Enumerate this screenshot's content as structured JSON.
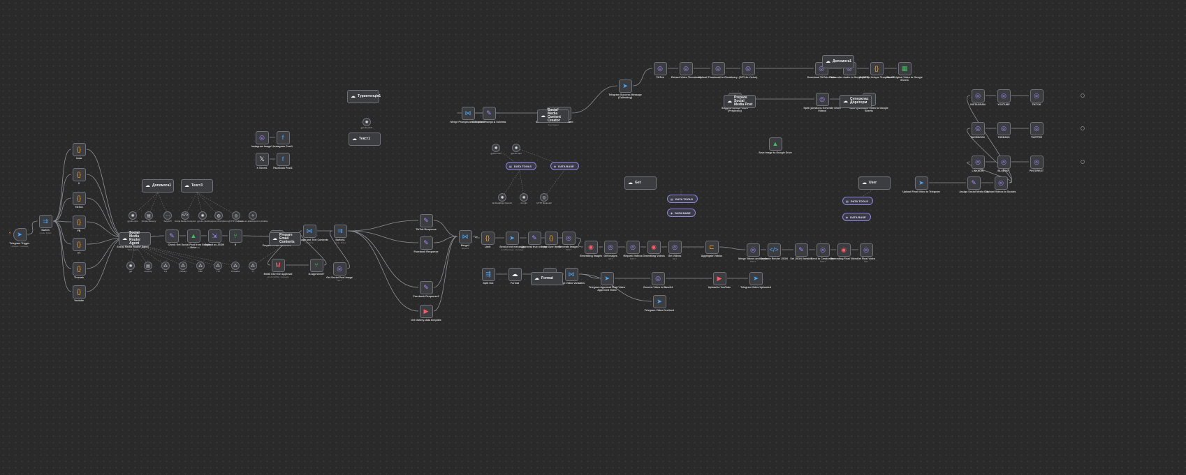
{
  "canvas": {
    "background": "#2a2a2a",
    "wire_color": "#8f9196",
    "dashed_color": "#6c6e73"
  },
  "nodes": [
    {
      "label": "Telegram Trigger",
      "sub": "Updates: message",
      "icon": "telegram-icon",
      "glyph": "➤",
      "color": "c-blue"
    },
    {
      "label": "Switch",
      "sub": "mode: Rules",
      "icon": "switch-icon",
      "glyph": "⇉",
      "color": "c-blue"
    },
    {
      "label": "Insta",
      "sub": "",
      "icon": "set-icon",
      "glyph": "{}",
      "color": "c-orange"
    },
    {
      "label": "X",
      "sub": "",
      "icon": "set-icon",
      "glyph": "{}",
      "color": "c-orange"
    },
    {
      "label": "TikTok",
      "sub": "",
      "icon": "set-icon",
      "glyph": "{}",
      "color": "c-orange"
    },
    {
      "label": "FB",
      "sub": "",
      "icon": "set-icon",
      "glyph": "{}",
      "color": "c-orange"
    },
    {
      "label": "YT",
      "sub": "",
      "icon": "set-icon",
      "glyph": "{}",
      "color": "c-orange"
    },
    {
      "label": "Threads",
      "sub": "",
      "icon": "set-icon",
      "glyph": "{}",
      "color": "c-orange"
    },
    {
      "label": "Youtube",
      "sub": "",
      "icon": "set-icon",
      "glyph": "{}",
      "color": "c-orange"
    },
    {
      "label": "Social Media Router Agent",
      "sub": "Tools Agent",
      "icon": "ai-agent-icon",
      "glyph": "☁",
      "color": "c-white"
    },
    {
      "label": "Check",
      "sub": "",
      "icon": "edit-icon",
      "glyph": "✎",
      "color": "c-purple"
    },
    {
      "label": "Get Social Post from Google Drive",
      "sub": "download: file",
      "icon": "google-drive-icon",
      "glyph": "▲",
      "color": "c-green"
    },
    {
      "label": "Extract as JSON",
      "sub": "",
      "icon": "extract-icon",
      "glyph": "⇲",
      "color": "c-purple"
    },
    {
      "label": "If",
      "sub": "",
      "icon": "if-icon",
      "glyph": "⑂",
      "color": "c-green"
    },
    {
      "label": "Prepare Email Contents",
      "sub": "",
      "icon": "ai-agent-icon",
      "glyph": "☁",
      "color": "c-white"
    },
    {
      "label": "Email User for Approval",
      "sub": "sendAndWait: message",
      "icon": "gmail-icon",
      "glyph": "M",
      "color": "c-red"
    },
    {
      "label": "Is Approved?",
      "sub": "",
      "icon": "if-icon",
      "glyph": "⑂",
      "color": "c-green"
    },
    {
      "label": "Merge Image and Text Contents",
      "sub": "combine",
      "icon": "merge-icon",
      "glyph": "⋈",
      "color": "c-blue"
    },
    {
      "label": "Get Social Post Image",
      "sub": "GET",
      "icon": "http-icon",
      "glyph": "◎",
      "color": "c-purple"
    },
    {
      "label": "Switch1",
      "sub": "mode: Rules",
      "icon": "switch-icon",
      "glyph": "⇉",
      "color": "c-blue"
    },
    {
      "label": "Merge2",
      "sub": "append",
      "icon": "merge-icon",
      "glyph": "⋈",
      "color": "c-blue"
    },
    {
      "label": "Limit",
      "sub": "",
      "icon": "limit-icon",
      "glyph": "{}",
      "color": "c-orange"
    },
    {
      "label": "Send a text message",
      "sub": "sendMessage: message",
      "icon": "telegram-icon",
      "glyph": "➤",
      "color": "c-blue"
    },
    {
      "label": "Approval true or error",
      "sub": "",
      "icon": "edit-icon",
      "glyph": "✎",
      "color": "c-purple"
    },
    {
      "label": "Loop Over Items",
      "sub": "",
      "icon": "set-icon",
      "glyph": "{}",
      "color": "c-orange"
    },
    {
      "label": "Generate Images",
      "sub": "POST",
      "icon": "http-icon",
      "glyph": "◎",
      "color": "c-purple"
    },
    {
      "label": "Generating Images",
      "sub": "",
      "icon": "wait-icon",
      "glyph": "◉",
      "color": "c-red"
    },
    {
      "label": "Get Images",
      "sub": "GET",
      "icon": "http-icon",
      "glyph": "◎",
      "color": "c-purple"
    },
    {
      "label": "Request Videos",
      "sub": "POST",
      "icon": "http-icon",
      "glyph": "◎",
      "color": "c-purple"
    },
    {
      "label": "Generating Videos",
      "sub": "",
      "icon": "wait-icon",
      "glyph": "◉",
      "color": "c-red"
    },
    {
      "label": "Get Videos",
      "sub": "GET",
      "icon": "http-icon",
      "glyph": "◎",
      "color": "c-purple"
    },
    {
      "label": "Aggregate Videos",
      "sub": "",
      "icon": "aggregate-icon",
      "glyph": "⊏",
      "color": "c-orange"
    },
    {
      "label": "Merge Videos and Audio",
      "sub": "POST",
      "icon": "http-icon",
      "glyph": "◎",
      "color": "c-purple"
    },
    {
      "label": "Generate Render JSON",
      "sub": "",
      "icon": "code-icon",
      "glyph": "</>",
      "color": "c-blue"
    },
    {
      "label": "Set JSON Variable",
      "sub": "",
      "icon": "edit-icon",
      "glyph": "✎",
      "color": "c-purple"
    },
    {
      "label": "Send to Creatomate",
      "sub": "POST",
      "icon": "http-icon",
      "glyph": "◎",
      "color": "c-purple"
    },
    {
      "label": "Generating Final Video",
      "sub": "",
      "icon": "wait-icon",
      "glyph": "◉",
      "color": "c-red"
    },
    {
      "label": "Get Final Video",
      "sub": "GET",
      "icon": "http-icon",
      "glyph": "◎",
      "color": "c-purple"
    },
    {
      "label": "Split Out",
      "sub": "",
      "icon": "split-icon",
      "glyph": "⇶",
      "color": "c-blue"
    },
    {
      "label": "Format",
      "sub": "",
      "icon": "ai-agent-icon",
      "glyph": "☁",
      "color": "c-white"
    },
    {
      "label": "Aggregate Prompts",
      "sub": "",
      "icon": "aggregate-icon",
      "glyph": "⊏",
      "color": "c-orange"
    },
    {
      "label": "Merge Video Variables",
      "sub": "",
      "icon": "merge-icon",
      "glyph": "⋈",
      "color": "c-blue"
    },
    {
      "label": "Telegram Approval Final Video Approved Video",
      "sub": "",
      "icon": "telegram-icon",
      "glyph": "➤",
      "color": "c-blue"
    },
    {
      "label": "Convert Video to Base64",
      "sub": "",
      "icon": "http-icon",
      "glyph": "◎",
      "color": "c-purple"
    },
    {
      "label": "Upload to YouTube",
      "sub": "",
      "icon": "youtube-icon",
      "glyph": "▶",
      "color": "c-red"
    },
    {
      "label": "Telegram Video Uploaded",
      "sub": "",
      "icon": "telegram-icon",
      "glyph": "➤",
      "color": "c-blue"
    },
    {
      "label": "Telegram Video Declined",
      "sub": "",
      "icon": "telegram-icon",
      "glyph": "➤",
      "color": "c-blue"
    },
    {
      "label": "Save Image to Google Drive",
      "sub": "",
      "icon": "google-drive-icon",
      "glyph": "▲",
      "color": "c-green"
    },
    {
      "label": "Instagram Image1",
      "sub": "",
      "icon": "http-icon",
      "glyph": "◎",
      "color": "c-purple"
    },
    {
      "label": "Instagram Post1",
      "sub": "",
      "icon": "facebook-icon",
      "glyph": "f",
      "color": "c-blue"
    },
    {
      "label": "X Tweet1",
      "sub": "",
      "icon": "x-icon",
      "glyph": "𝕏",
      "color": "c-white"
    },
    {
      "label": "Facebook Post1",
      "sub": "",
      "icon": "facebook-icon",
      "glyph": "f",
      "color": "c-blue"
    },
    {
      "label": "TikTok Response",
      "sub": "",
      "icon": "edit-icon",
      "glyph": "✎",
      "color": "c-purple"
    },
    {
      "label": "Facebook Response",
      "sub": "",
      "icon": "edit-icon",
      "glyph": "✎",
      "color": "c-purple"
    },
    {
      "label": "Get Gallery-data template",
      "sub": "",
      "icon": "youtube-icon",
      "glyph": "▶",
      "color": "c-red"
    },
    {
      "label": "Facebook Response2",
      "sub": "",
      "icon": "edit-icon",
      "glyph": "✎",
      "color": "c-purple"
    },
    {
      "label": "Social Media Content Creator",
      "sub": "Tools Agent",
      "icon": "ai-agent-icon",
      "glyph": "☁",
      "color": "c-white"
    },
    {
      "label": "Compose Prompt & Schema",
      "sub": "",
      "icon": "edit-icon",
      "glyph": "✎",
      "color": "c-purple"
    },
    {
      "label": "Merge Prompts and Schemas",
      "sub": "",
      "icon": "merge-icon",
      "glyph": "⋈",
      "color": "c-blue"
    },
    {
      "label": "Social Content",
      "sub": "",
      "icon": "edit-icon",
      "glyph": "✎",
      "color": "c-purple"
    },
    {
      "label": "Telegram Success Message (Collecting)",
      "sub": "",
      "icon": "telegram-icon",
      "glyph": "➤",
      "color": "c-blue"
    },
    {
      "label": "TikTok",
      "sub": "",
      "icon": "http-icon",
      "glyph": "◎",
      "color": "c-purple"
    },
    {
      "label": "Extract Video Thumbnail",
      "sub": "",
      "icon": "http-icon",
      "glyph": "◎",
      "color": "c-purple"
    },
    {
      "label": "Upload Thumbnail to Cloudinary",
      "sub": "",
      "icon": "http-icon",
      "glyph": "◎",
      "color": "c-purple"
    },
    {
      "label": "(GPT-4o Vision)",
      "sub": "",
      "icon": "http-icon",
      "glyph": "◎",
      "color": "c-purple"
    },
    {
      "label": "Download TikTok Audio",
      "sub": "",
      "icon": "http-icon",
      "glyph": "◎",
      "color": "c-purple"
    },
    {
      "label": "Transcribe Audio to Script (GPT)",
      "sub": "",
      "icon": "http-icon",
      "glyph": "◎",
      "color": "c-purple"
    },
    {
      "label": "Generate Unique Template ID",
      "sub": "",
      "icon": "code-icon",
      "glyph": "{}",
      "color": "c-orange"
    },
    {
      "label": "Save Original Video to Google Sheets",
      "sub": "",
      "icon": "google-sheets-icon",
      "glyph": "▦",
      "color": "c-green"
    },
    {
      "label": "Suggest Similar Video (Perplexity)",
      "sub": "",
      "icon": "http-icon",
      "glyph": "◎",
      "color": "c-purple"
    },
    {
      "label": "Split Questions Generate Short Videos",
      "sub": "",
      "icon": "http-icon",
      "glyph": "◎",
      "color": "c-purple"
    },
    {
      "label": "Save Questions Video to Google Sheets",
      "sub": "",
      "icon": "google-sheets-icon",
      "glyph": "▦",
      "color": "c-green"
    },
    {
      "label": "Upload Final Video to Telegram",
      "sub": "",
      "icon": "telegram-icon",
      "glyph": "➤",
      "color": "c-blue"
    },
    {
      "label": "Assign Social Media IDs",
      "sub": "",
      "icon": "edit-icon",
      "glyph": "✎",
      "color": "c-purple"
    },
    {
      "label": "Upload Videos to Socials",
      "sub": "",
      "icon": "http-icon",
      "glyph": "◎",
      "color": "c-purple"
    },
    {
      "label": "INSTAGRAM",
      "sub": "",
      "icon": "http-icon",
      "glyph": "◎",
      "color": "c-purple"
    },
    {
      "label": "YOUTUBE",
      "sub": "",
      "icon": "http-icon",
      "glyph": "◎",
      "color": "c-purple"
    },
    {
      "label": "TIKTOK",
      "sub": "",
      "icon": "http-icon",
      "glyph": "◎",
      "color": "c-purple"
    },
    {
      "label": "FACEBOOK",
      "sub": "",
      "icon": "http-icon",
      "glyph": "◎",
      "color": "c-purple"
    },
    {
      "label": "THREADS",
      "sub": "",
      "icon": "http-icon",
      "glyph": "◎",
      "color": "c-purple"
    },
    {
      "label": "TWITTER",
      "sub": "",
      "icon": "http-icon",
      "glyph": "◎",
      "color": "c-purple"
    },
    {
      "label": "LINKEDIN",
      "sub": "",
      "icon": "http-icon",
      "glyph": "◎",
      "color": "c-purple"
    },
    {
      "label": "BLUESKY",
      "sub": "",
      "icon": "http-icon",
      "glyph": "◎",
      "color": "c-purple"
    },
    {
      "label": "PINTEREST",
      "sub": "",
      "icon": "http-icon",
      "glyph": "◎",
      "color": "c-purple"
    }
  ],
  "sub_circles": [
    {
      "label": "gpt-4o-mini",
      "icon": "openai-icon",
      "glyph": "✺"
    },
    {
      "label": "Simple Memory",
      "icon": "memory-icon",
      "glyph": "▤"
    },
    {
      "label": "SerpAPI",
      "icon": "serp-icon",
      "glyph": "⋯"
    },
    {
      "label": "Social Media Content1",
      "icon": "code-icon",
      "glyph": "</>"
    },
    {
      "label": "gpt-4o-mini",
      "icon": "openai-icon",
      "glyph": "✺"
    },
    {
      "label": "Postgres Chat Memory",
      "icon": "postgres-icon",
      "glyph": "◍"
    },
    {
      "label": "HTTP Request",
      "icon": "http-icon",
      "glyph": "◎"
    },
    {
      "label": "Create an attachment in Airtable",
      "icon": "airtable-icon",
      "glyph": "✧"
    },
    {
      "label": "gpt",
      "icon": "openai-icon",
      "glyph": "✺"
    },
    {
      "label": "memory",
      "icon": "memory-icon",
      "glyph": "▤"
    },
    {
      "label": "LN",
      "icon": "tool-icon",
      "glyph": "⁂"
    },
    {
      "label": "TikTok1",
      "icon": "tool-icon",
      "glyph": "⁂"
    },
    {
      "label": "FB2",
      "icon": "tool-icon",
      "glyph": "⁂"
    },
    {
      "label": "YT2",
      "icon": "tool-icon",
      "glyph": "⁂"
    },
    {
      "label": "Threads2",
      "icon": "tool-icon",
      "glyph": "⁂"
    },
    {
      "label": "YT",
      "icon": "tool-icon",
      "glyph": "⁂"
    },
    {
      "label": "gpt-4o-mini1",
      "icon": "openai-icon",
      "glyph": "✺"
    },
    {
      "label": "gpt-4o-mini",
      "icon": "openai-icon",
      "glyph": "✺"
    },
    {
      "label": "gpt-4o-mini",
      "icon": "openai-icon",
      "glyph": "✺"
    },
    {
      "label": "Embeddings OpenAI",
      "icon": "openai-icon",
      "glyph": "✺"
    },
    {
      "label": "4o mini",
      "icon": "openai-icon",
      "glyph": "✺"
    },
    {
      "label": "HTTP Request2",
      "icon": "http-icon",
      "glyph": "◎"
    }
  ],
  "pills": [
    {
      "label": "DATA TOOLS",
      "icon": "database-icon",
      "glyph": "▤"
    },
    {
      "label": "DATA BASE",
      "icon": "vector-store-icon",
      "glyph": "◈"
    },
    {
      "label": "DATA TOOLS",
      "icon": "database-icon",
      "glyph": "▤"
    },
    {
      "label": "DATA BASE",
      "icon": "vector-store-icon",
      "glyph": "◈"
    },
    {
      "label": "DATA TOOLS",
      "icon": "database-icon",
      "glyph": "▤"
    },
    {
      "label": "DATA BASE",
      "icon": "vector-store-icon",
      "glyph": "◈"
    }
  ],
  "agents": [
    {
      "label": "Допомога1"
    },
    {
      "label": "Текст3"
    },
    {
      "label": "Туринтенція1"
    },
    {
      "label": "Текст1"
    },
    {
      "label": "Social Media Content Creator"
    },
    {
      "label": "Prepare Social Media Post"
    },
    {
      "label": "Допомога1"
    },
    {
      "label": "Суперклас Доретерм"
    },
    {
      "label": "User"
    },
    {
      "label": "Get"
    },
    {
      "label": "Prepare Email Contents"
    },
    {
      "label": "Social Media Router Agent"
    },
    {
      "label": "Format"
    }
  ]
}
